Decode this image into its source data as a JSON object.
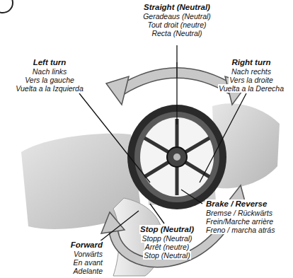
{
  "diagram": {
    "labels": [
      "Straight (Neutral)",
      "Geradeaus (Neutral)",
      "Tout droit (neutre)",
      "Recta (Neutral)",
      "Left turn",
      "Nach links",
      "Vers la gauche",
      "Vuelta a la Izquierda",
      "Right turn",
      "Nach rechts",
      "Vers la droite",
      "Vuelta a la Derecha",
      "Brake / Reverse",
      "Bremse / Rückwärts",
      "Frein/Marche arrière",
      "Freno / marcha atrás",
      "Stop (Neutral)",
      "Stopp (Neutral)",
      "Arrêt (neutre)",
      "Stop (Neutral)",
      "Forward",
      "Vorwärts",
      "En avant",
      "Adelante"
    ]
  }
}
